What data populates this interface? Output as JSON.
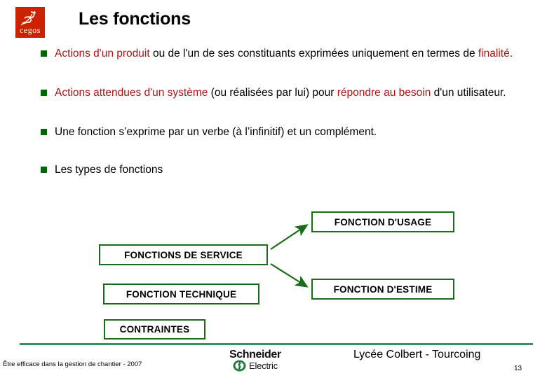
{
  "slide": {
    "title": "Les fonctions",
    "page_number": "13",
    "logo_left": {
      "name": "cegos-logo",
      "word": "cegos",
      "color": "#cc2200"
    },
    "accent_green": "#006600",
    "highlight_red": "#b11313",
    "rule_color": "#3f8a5f"
  },
  "bullets": [
    {
      "marker": "green-square-bullet",
      "parts": [
        {
          "text": "Actions d'un produit",
          "style": "red"
        },
        {
          "text": " ou de l'un de ses constituants exprimées uniquement en termes de ",
          "style": "plain"
        },
        {
          "text": "finalité",
          "style": "red"
        },
        {
          "text": ".",
          "style": "plain"
        }
      ]
    },
    {
      "marker": "green-square-bullet",
      "parts": [
        {
          "text": "Actions attendues d'un système",
          "style": "red"
        },
        {
          "text": " (ou réalisées par lui) pour ",
          "style": "plain"
        },
        {
          "text": "répondre au besoin",
          "style": "red"
        },
        {
          "text": " d'un utilisateur.",
          "style": "plain"
        }
      ]
    },
    {
      "marker": "green-square-bullet",
      "parts": [
        {
          "text": "Une fonction s’exprime par un verbe (à l’infinitif) et un complément.",
          "style": "plain"
        }
      ]
    },
    {
      "marker": "green-square-bullet",
      "parts": [
        {
          "text": "Les types de fonctions",
          "style": "plain"
        }
      ]
    }
  ],
  "diagram": {
    "nodes": {
      "usage": "FONCTION D'USAGE",
      "service": "FONCTIONS DE SERVICE",
      "technique": "FONCTION TECHNIQUE",
      "estime": "FONCTION D'ESTIME",
      "contraintes": "CONTRAINTES"
    },
    "arrows": [
      {
        "from": "service",
        "to": "usage"
      },
      {
        "from": "service",
        "to": "estime"
      }
    ],
    "arrow_color": "#1a6b1a"
  },
  "footer": {
    "left_text": "Être efficace dans la gestion de chantier - 2007",
    "brand": {
      "name": "Schneider",
      "sub": "Electric"
    },
    "right_text": "Lycée Colbert - Tourcoing"
  }
}
